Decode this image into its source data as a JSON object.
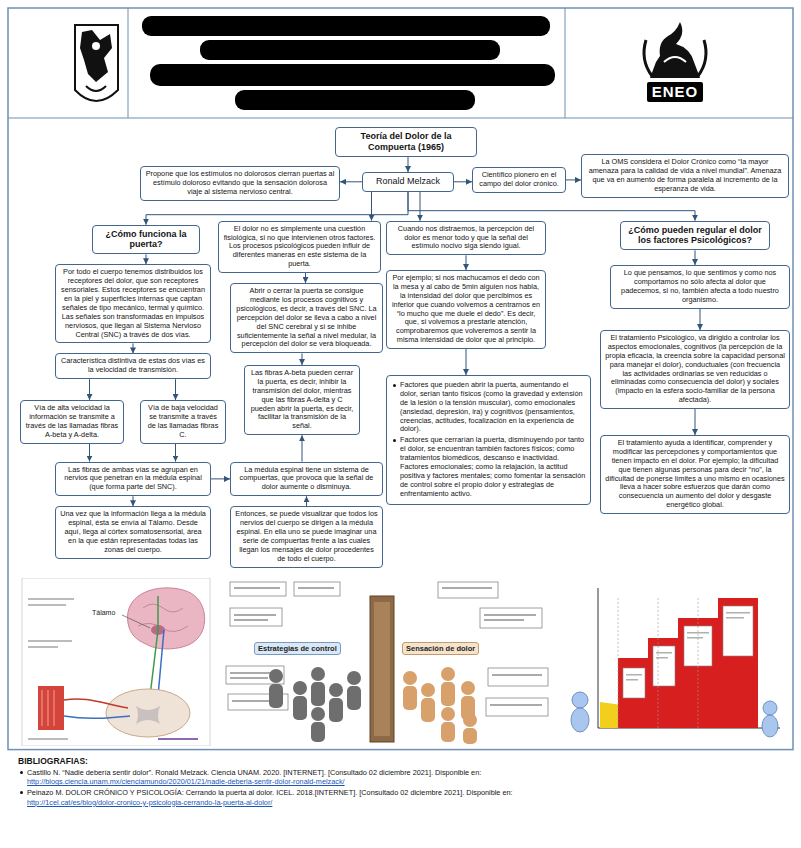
{
  "diagram": {
    "nodes": [
      {
        "text": [
          "Teoría del Dolor de la Compuerta (1965)"
        ]
      },
      {
        "text": [
          "Ronald Melzack"
        ]
      },
      {
        "text": [
          "Propone que los estímulos no dolorosos cierran puertas al estímulo doloroso evitando que la sensación dolorosa viaje al sistema nervioso central."
        ]
      },
      {
        "text": [
          "Científico pionero en el campo del dolor crónico."
        ]
      },
      {
        "text": [
          "La OMS considera el Dolor Crónico como “la mayor amenaza para la calidad de vida a nivel mundial”. Amenaza que va en aumento de forma paralela al incremento de la esperanza de vida."
        ]
      },
      {
        "text": [
          "¿Cómo funciona la puerta?"
        ]
      },
      {
        "text": [
          "Por todo el cuerpo tenemos distribuidos los receptores del dolor, que son receptores sensoriales. Estos receptores se encuentran en la piel y superficies internas que captan señales de tipo mecánico, termal y químico. Las señales son transformadas en impulsos nerviosos, que llegan al Sistema Nervioso Central (SNC) a través de dos vías."
        ]
      },
      {
        "text": [
          "Característica distintiva de estas dos vías es la velocidad de transmisión."
        ]
      },
      {
        "text": [
          "Vía de alta velocidad la información se transmite a través de las llamadas fibras A-beta y A-delta."
        ]
      },
      {
        "text": [
          "Vía de baja velocidad se transmite a través de las llamadas fibras C."
        ]
      },
      {
        "text": [
          "Las fibras de ambas vías se agrupan en nervios que penetran en la médula espinal (que forma parte del SNC)."
        ]
      },
      {
        "text": [
          "Una vez que la información llega a la médula espinal, ésta se envía al Tálamo. Desde aquí, llega al córtex somatosensorial, área en la que están representadas todas las zonas del cuerpo."
        ]
      },
      {
        "text": [
          "El dolor no es simplemente una cuestión fisiológica, si no que intervienen otros factores. Los procesos psicológicos pueden influir de diferentes maneras en este sistema de la puerta."
        ]
      },
      {
        "text": [
          "Abrir o cerrar la puerta se consigue mediante los procesos cognitivos y psicológicos, es decir, a través del SNC. La percepción del dolor se lleva a cabo a nivel del SNC cerebral y si se inhibe suficientemente la señal a nivel medular, la percepción del dolor se verá bloqueada."
        ]
      },
      {
        "text": [
          "Las fibras A-beta pueden cerrar la puerta, es decir, inhibir la transmisión del dolor, mientras que las fibras A-delta y C pueden abrir la puerta, es decir, facilitar la transmisión de la señal."
        ]
      },
      {
        "text": [
          "La médula espinal tiene un sistema de compuertas, que provoca que la señal de dolor aumente o disminuya."
        ]
      },
      {
        "text": [
          "Entonces, se puede visualizar que todos los nervios del cuerpo se dirigen a la médula espinal. En ella uno se puede imaginar una serie de compuertas frente a las cuales llegan los mensajes de dolor procedentes de todo el cuerpo."
        ]
      },
      {
        "text": [
          "Cuando nos distraemos, la percepción del dolor es menor todo y que la señal del estímulo nocivo siga siendo igual."
        ]
      },
      {
        "text": [
          "Por ejemplo; si nos machucamos el dedo con la mesa y al cabo de 5min alguien nos habla, la intensidad del dolor que percibimos es inferior que cuando volvemos a centrarnos en “lo mucho que me duele el dedo”. Es decir, que, si volvemos a prestarle atención, comprobaremos que volveremos a sentir la misma intensidad de dolor que al principio."
        ]
      },
      {
        "text": [
          "Factores que pueden abrir la puerta, aumentando el dolor, serían tanto físicos (como la gravedad y extensión de la lesión o la tensión muscular), como emocionales (ansiedad, depresión, ira) y cognitivos (pensamientos, creencias, actitudes, focalización en la experiencia de dolor).",
          "Factores que cerrarían la puerta, disminuyendo por tanto el dolor, se encuentran también factores físicos; como tratamientos biomédicos, descanso e inactividad. Factores emocionales; como la relajación, la actitud positiva y factores mentales; como fomentar la sensación de control sobre el propio dolor y estrategias de enfrentamiento activo."
        ]
      },
      {
        "text": [
          "¿Cómo pueden regular el dolor los factores Psicológicos?"
        ]
      },
      {
        "text": [
          "Lo que pensamos, lo que sentimos y como nos comportamos no sólo afecta al dolor que padecemos, si no, también afecta a todo nuestro organismo."
        ]
      },
      {
        "text": [
          "El tratamiento Psicológico, va dirigido a controlar los aspectos emocionales, cognitivos (la percepción de la propia eficacia, la creencia sobre la capacidad personal para manejar el dolor), conductuales (con frecuencia las actividades ordinarias se ven reducidas o eliminadas como consecuencia del dolor) y sociales (impacto en la esfera socio-familiar de la persona afectada)."
        ]
      },
      {
        "text": [
          "El tratamiento ayuda a identificar, comprender y modificar las percepciones y comportamientos que tienen impacto en el dolor. Por ejemplo; la dificultad que tienen algunas personas para decir “no”, la dificultad de ponerse límites a uno mismo en ocasiones lleva a hacer sobre esfuerzos que darán como consecuencia un aumento del dolor y desgaste energético global."
        ]
      }
    ],
    "edges": [
      {
        "from": 0,
        "to": 1,
        "arrow": "to"
      },
      {
        "from": 1,
        "to": 2,
        "arrow": "to"
      },
      {
        "from": 1,
        "to": 3,
        "arrow": "to"
      },
      {
        "from": 3,
        "to": 4,
        "arrow": "to"
      },
      {
        "from": 1,
        "to": 5,
        "arrow": "to"
      },
      {
        "from": 1,
        "to": 12,
        "arrow": "to"
      },
      {
        "from": 1,
        "to": 17,
        "arrow": "to"
      },
      {
        "from": 1,
        "to": 20,
        "arrow": "to"
      },
      {
        "from": 5,
        "to": 6,
        "arrow": "to"
      },
      {
        "from": 6,
        "to": 7,
        "arrow": "to"
      },
      {
        "from": 7,
        "to": 8,
        "arrow": "to"
      },
      {
        "from": 7,
        "to": 9,
        "arrow": "to"
      },
      {
        "from": 8,
        "to": 10,
        "arrow": "to"
      },
      {
        "from": 9,
        "to": 10,
        "arrow": "to"
      },
      {
        "from": 10,
        "to": 11,
        "arrow": "to"
      },
      {
        "from": 10,
        "to": 15,
        "arrow": "to"
      },
      {
        "from": 12,
        "to": 13,
        "arrow": "to"
      },
      {
        "from": 13,
        "to": 14,
        "arrow": "to"
      },
      {
        "from": 15,
        "to": 14,
        "arrow": "to"
      },
      {
        "from": 16,
        "to": 15,
        "arrow": "to"
      },
      {
        "from": 17,
        "to": 18,
        "arrow": "to"
      },
      {
        "from": 18,
        "to": 19,
        "arrow": "to"
      },
      {
        "from": 20,
        "to": 21,
        "arrow": "to"
      },
      {
        "from": 21,
        "to": 22,
        "arrow": "to"
      },
      {
        "from": 22,
        "to": 23,
        "arrow": "to"
      }
    ],
    "labels": [
      "ENEO",
      "Tálamo",
      "Estrategias de control",
      "Sensación de dolor",
      "BIBLIOGRAFIAS:",
      "Castillo N. “Nadie debería sentir dolor”. Ronald Melzack. Ciencia UNAM. 2020. [INTERNET]. [Consultado 02 diciembre 2021]. Disponible en:",
      "http://blogs.ciencia.unam.mx/cienciamundo/2020/01/21/nadie-deberia-sentir-dolor-ronald-melzack/",
      "Peinazo M. DOLOR CRÓNICO Y PSICOLOGÍA: Cerrando la puerta al dolor. ICEL. 2018.[INTERNET]. [Consultado 02 diciembre 2021]. Disponible en:",
      "http://1cel.cat/es/blog/dolor-cronico-y-psicologia-cerrando-la-puerta-al-dolor/"
    ]
  }
}
